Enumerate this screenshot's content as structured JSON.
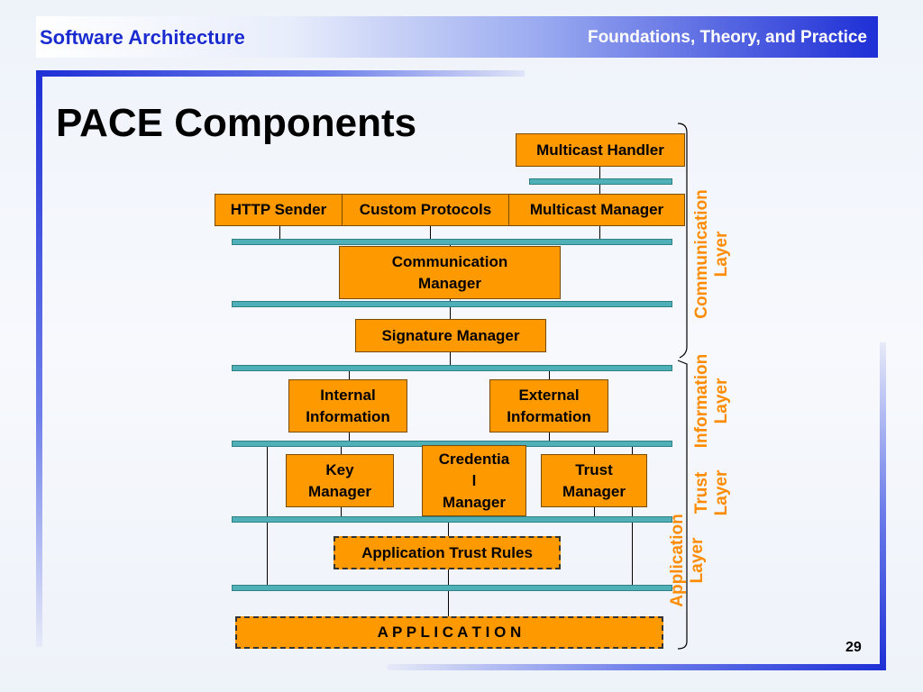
{
  "header": {
    "course_title": "Software Architecture",
    "subtitle": "Foundations, Theory, and Practice"
  },
  "slide": {
    "title": "PACE Components",
    "page_number": "29"
  },
  "components": {
    "multicast_handler": "Multicast Handler",
    "http_sender": "HTTP Sender",
    "custom_protocols": "Custom Protocols",
    "multicast_manager": "Multicast Manager",
    "communication_manager": "Communication\nManager",
    "signature_manager": "Signature Manager",
    "internal_information": "Internal\nInformation",
    "external_information": "External\nInformation",
    "key_manager": "Key\nManager",
    "credential_manager": "Credentia\nl\nManager",
    "trust_manager": "Trust\nManager",
    "application_trust_rules": "Application Trust Rules",
    "application": "A P P L I C A T I O N"
  },
  "layers": {
    "communication": "Communication\nLayer",
    "information": "Information\nLayer",
    "trust": "Trust\nLayer",
    "application": "Application\nLayer"
  },
  "colors": {
    "component_fill": "#ff9900",
    "bus": "#4fb0b8",
    "layer_label": "#ff8c00",
    "header_accent": "#1e2fd6"
  }
}
